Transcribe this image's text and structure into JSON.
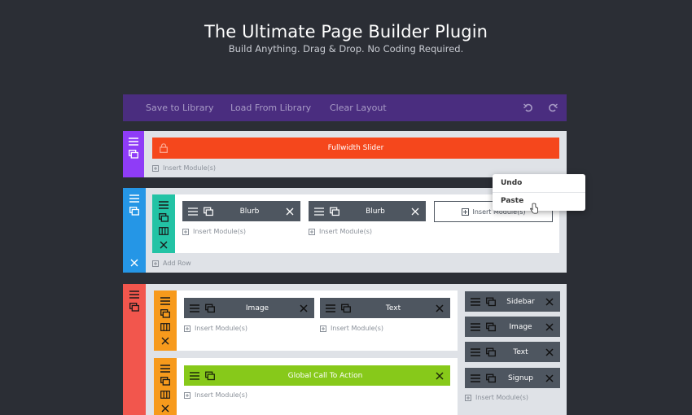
{
  "header": {
    "title": "The Ultimate Page Builder Plugin",
    "subtitle": "Build Anything. Drag & Drop. No Coding Required."
  },
  "toolbar": {
    "save_label": "Save to Library",
    "load_label": "Load From Library",
    "clear_label": "Clear Layout",
    "undo_icon": "undo-icon",
    "redo_icon": "redo-icon"
  },
  "colors": {
    "background": "#2b2e35",
    "toolbar": "#4a2d7f",
    "section1_accent": "#8f3cf7",
    "section2_accent": "#2596e6",
    "row_accent": "#23c3a5",
    "section3_accent": "#f2564d",
    "row_accent_orange": "#f79a1c",
    "fullwidth_module": "#f5471c",
    "global_module": "#87c91a",
    "module_dark": "#4e5660"
  },
  "section1": {
    "fullwidth_label": "Fullwidth Slider",
    "insert_label": "Insert Module(s)"
  },
  "section2": {
    "modules": [
      "Blurb",
      "Blurb"
    ],
    "insert_col3": "Insert Module(s)",
    "insert_label": "Insert Module(s)",
    "add_row_label": "Add Row"
  },
  "context_menu": {
    "items": [
      "Undo",
      "Paste"
    ]
  },
  "section3": {
    "row1_modules": [
      "Image",
      "Text"
    ],
    "insert_label": "Insert Module(s)",
    "global_label": "Global Call To Action",
    "sidebar_modules": [
      "Sidebar",
      "Image",
      "Text",
      "Signup"
    ]
  }
}
